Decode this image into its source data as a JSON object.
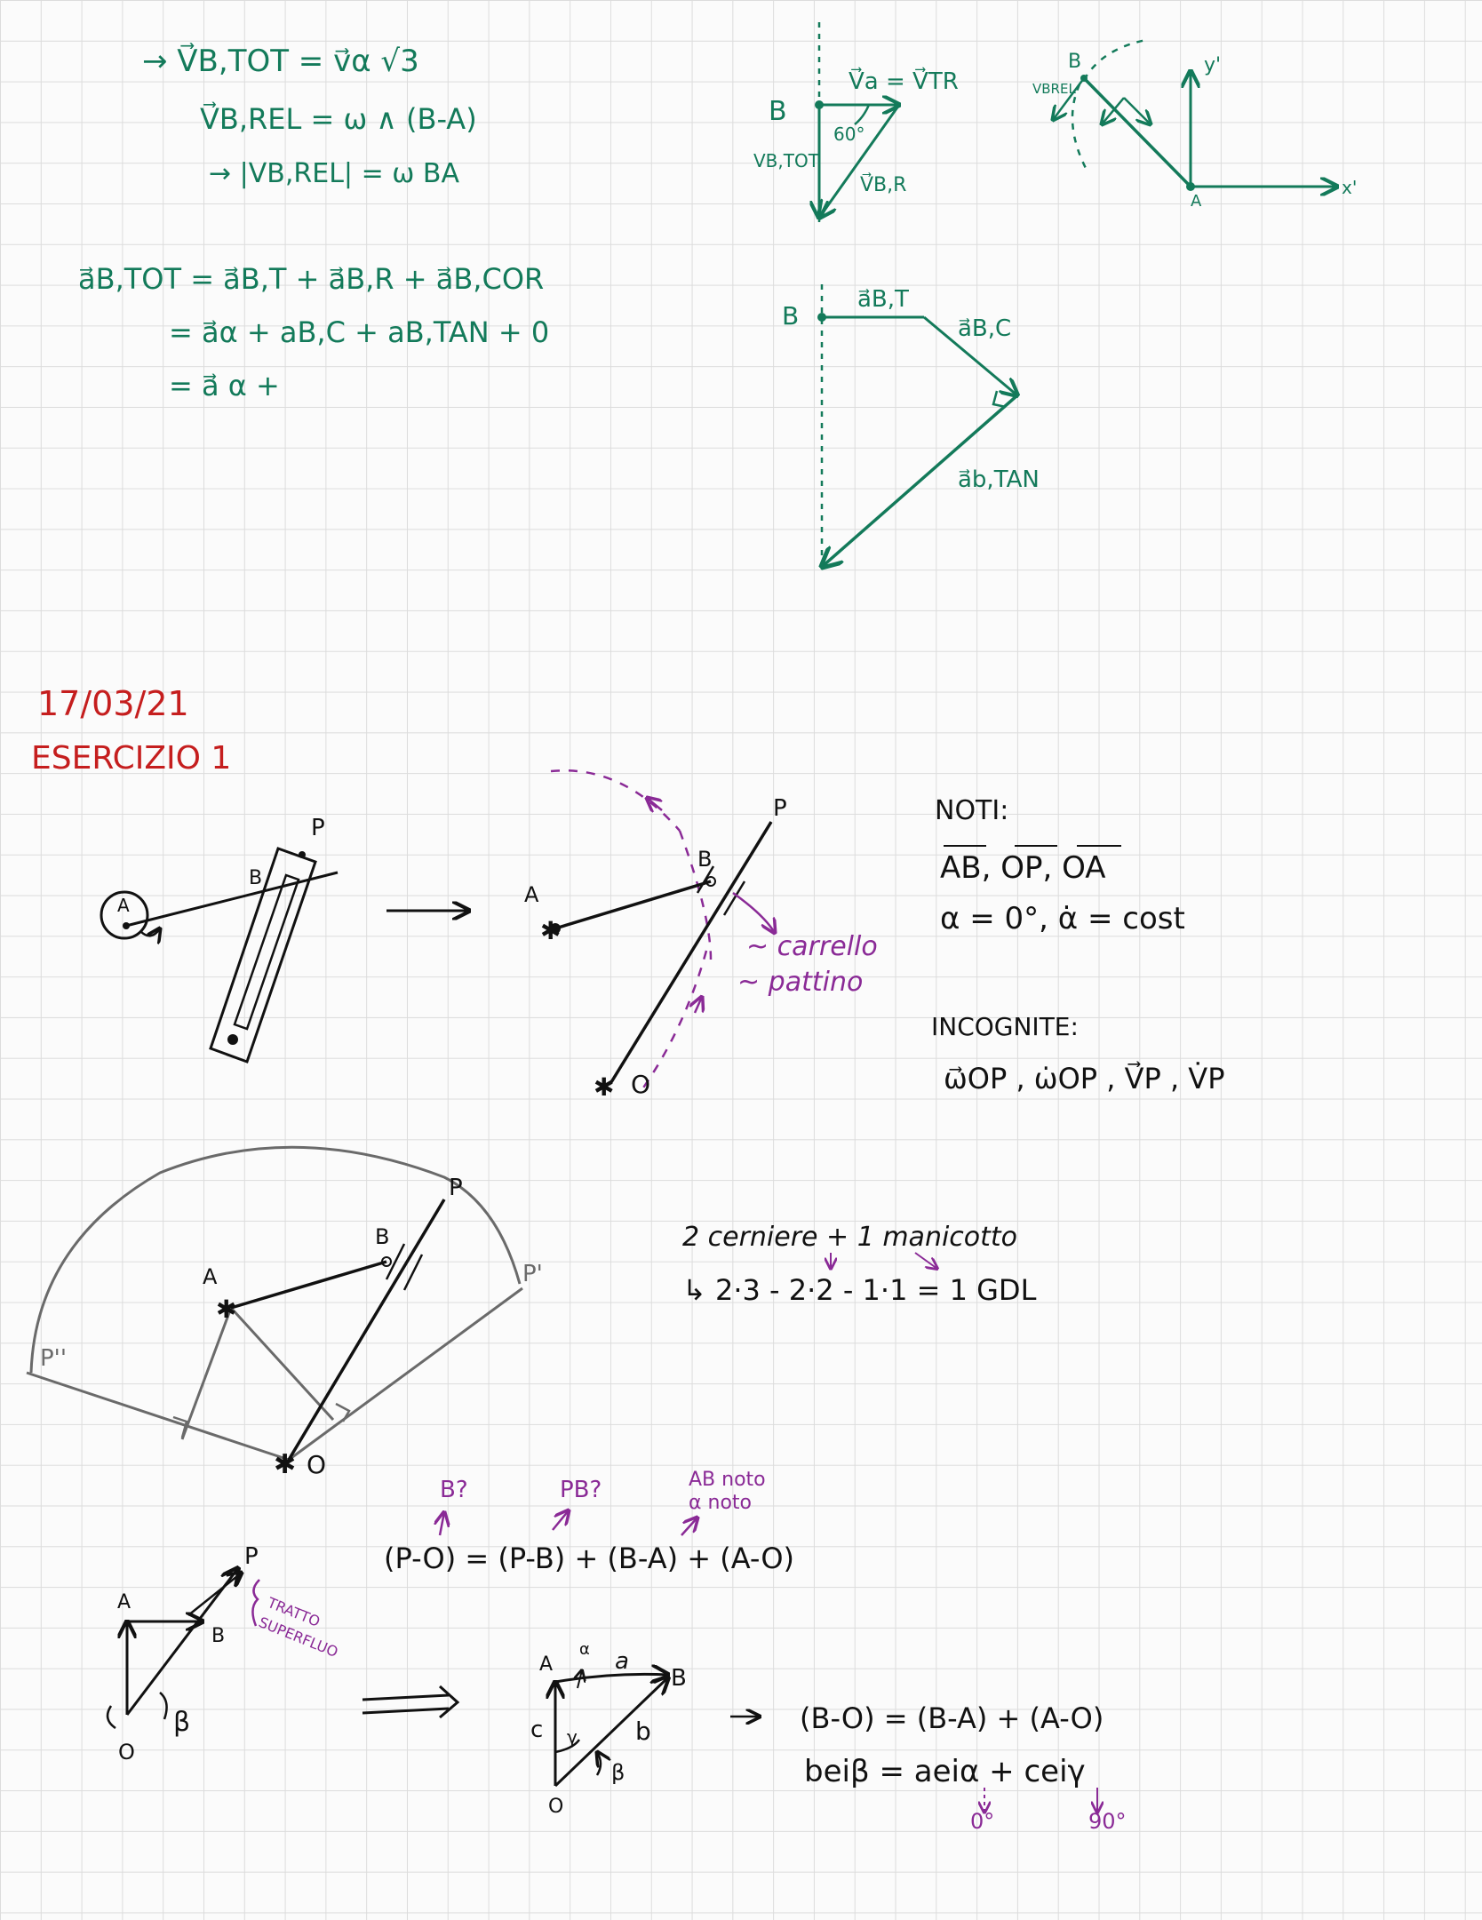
{
  "colors": {
    "green": "#137a5a",
    "red": "#c51e1e",
    "purple": "#8a2a96",
    "black": "#111111",
    "grid": "#dcdcdc"
  },
  "top_formulas": {
    "line1": "→ V⃗B,TOT = v⃗α √3",
    "line2": "V⃗B,REL = ω ∧ (B-A)",
    "line3": "→ |VB,REL| = ω BA",
    "acc1": "a⃗B,TOT = a⃗B,T + a⃗B,R + a⃗B,COR",
    "acc2": "= a⃗α + aB,C + aB,TAN + 0",
    "acc3": "= a⃗ α +"
  },
  "velocity_diagram": {
    "B": "B",
    "va": "V⃗a = V⃗TR",
    "angle": "60°",
    "vbtot": "VB,TOT",
    "vbr": "V⃗B,R"
  },
  "axes_diagram": {
    "B": "B",
    "vbrel": "VBREL",
    "yprime": "y'",
    "xprime": "x'",
    "A": "A"
  },
  "acc_diagram": {
    "B": "B",
    "abt": "a⃗B,T",
    "abc": "a⃗B,C",
    "abtan": "a⃗b,TAN"
  },
  "heading": {
    "date": "17/03/21",
    "title": "ESERCIZIO 1"
  },
  "mech1": {
    "A": "A",
    "B": "B",
    "P": "P"
  },
  "mech2": {
    "A": "A",
    "B": "B",
    "P": "P",
    "O": "O",
    "note1": "~ carrello",
    "note2": "~ pattino"
  },
  "noti": {
    "title": "NOTI:",
    "line1": "AB, OP, OA",
    "line2": "α = 0°, α̇ = cost",
    "incognite_title": "INCOGNITE:",
    "incognite": "ω⃗OP , ω̇OP , V⃗P , V̇P"
  },
  "mech3": {
    "P": "P",
    "B": "B",
    "A": "A",
    "Pprime": "P'",
    "Pdouble": "P''",
    "O": "O"
  },
  "gdl": {
    "line1": "2 cerniere + 1 manicotto",
    "line2": "↳ 2·3 - 2·2 - 1·1 = 1 GDL"
  },
  "vector_eq": {
    "eq": "(P-O) = (P-B) + (B-A) + (A-O)",
    "q1": "B?",
    "q2": "PB?",
    "q3a": "AB noto",
    "q3b": "α noto"
  },
  "mech4": {
    "P": "P",
    "A": "A",
    "B": "B",
    "O": "O",
    "beta": "β",
    "note1": "TRATTO",
    "note2": "SUPERFLUO"
  },
  "triangle": {
    "A": "A",
    "B": "B",
    "O": "O",
    "a": "a",
    "b": "b",
    "c": "c",
    "alpha": "α",
    "gamma": "γ",
    "beta": "β"
  },
  "complex_eq": {
    "line1": "(B-O) = (B-A) + (A-O)",
    "line2": "beiβ = aeiα + ceiγ",
    "v1": "0°",
    "v2": "90°"
  }
}
